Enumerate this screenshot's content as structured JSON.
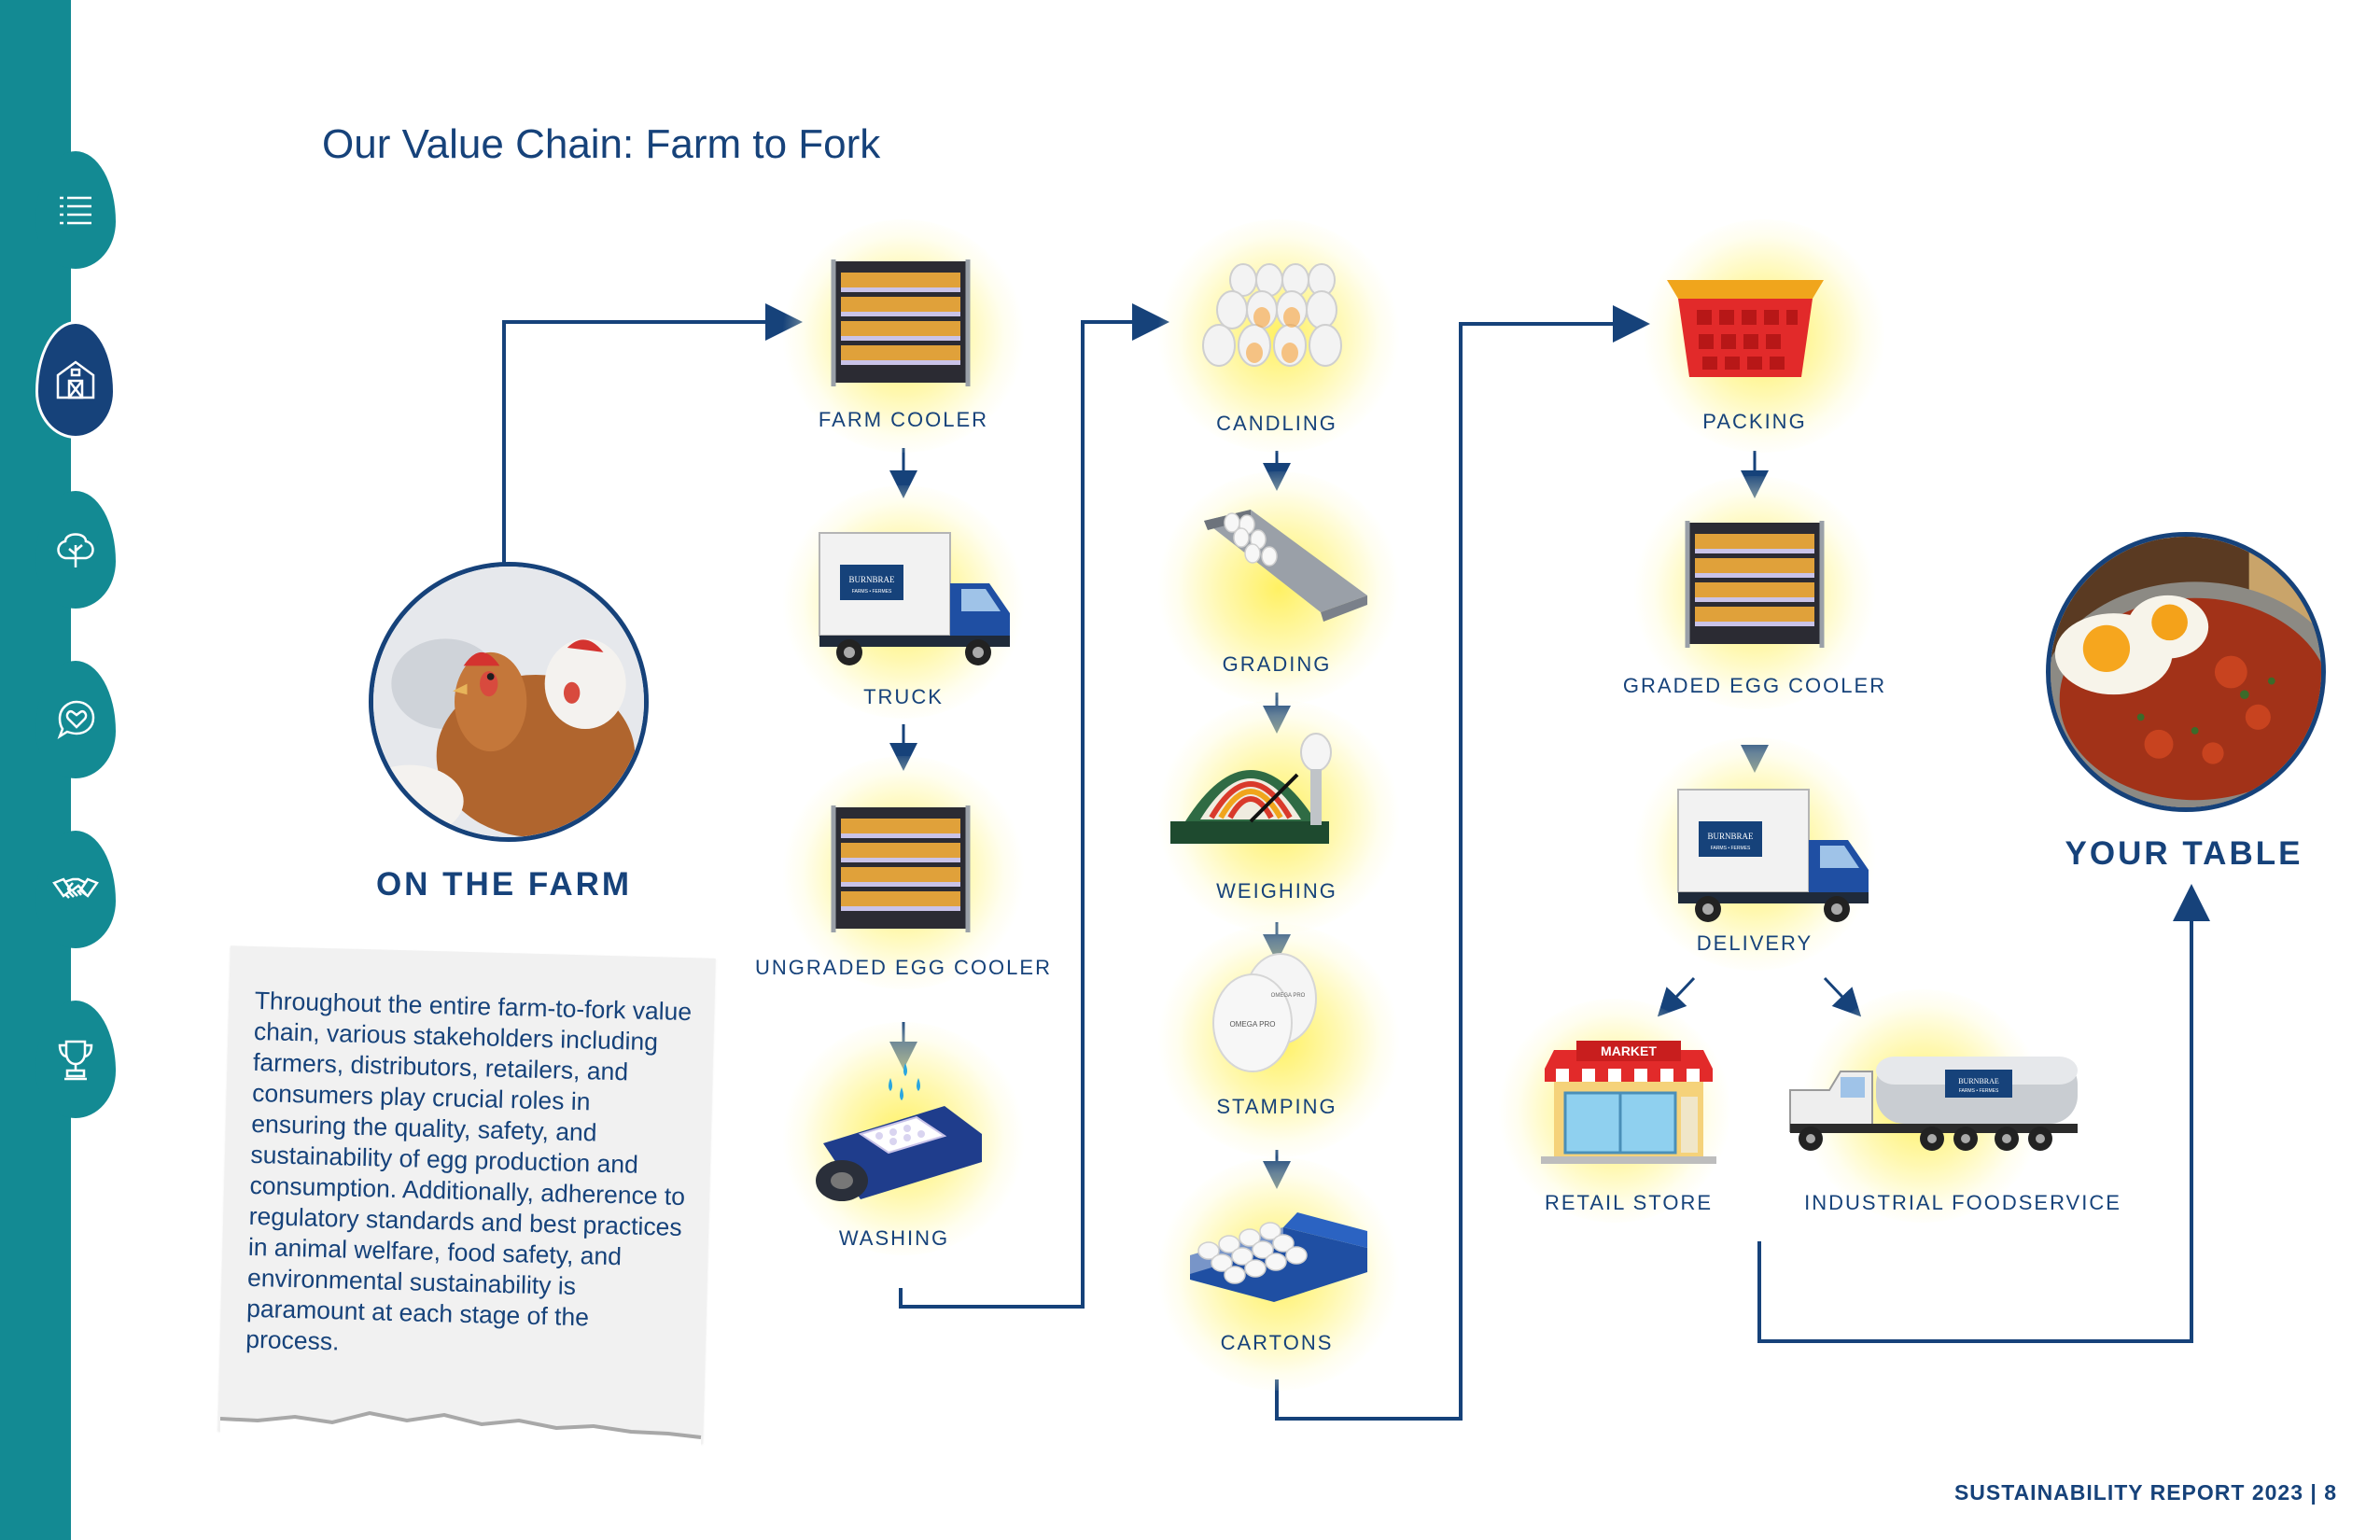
{
  "title": "Our Value Chain: Farm to Fork",
  "nav": {
    "items": [
      {
        "icon": "list-icon"
      },
      {
        "icon": "barn-icon",
        "active": true
      },
      {
        "icon": "tree-icon"
      },
      {
        "icon": "heart-chat-icon"
      },
      {
        "icon": "handshake-icon"
      },
      {
        "icon": "trophy-icon"
      }
    ]
  },
  "farm": {
    "label": "ON THE FARM",
    "image": "hens-photo"
  },
  "table": {
    "label": "YOUR TABLE",
    "image": "eggs-dish-photo"
  },
  "steps": {
    "farm_cooler": "FARM COOLER",
    "truck": "TRUCK",
    "ungraded_egg_cooler": "UNGRADED EGG COOLER",
    "washing": "WASHING",
    "candling": "CANDLING",
    "grading": "GRADING",
    "weighing": "WEIGHING",
    "stamping": "STAMPING",
    "cartons": "CARTONS",
    "packing": "PACKING",
    "graded_egg_cooler": "GRADED EGG COOLER",
    "delivery": "DELIVERY",
    "retail_store": "RETAIL STORE",
    "industrial_foodservice": "INDUSTRIAL FOODSERVICE"
  },
  "brand_on_trucks": "BURNBRAE",
  "brand_subtitle": "FARMS • FERMES",
  "market_sign": "MARKET",
  "stamp_text": "OMEGA PRO",
  "description": "Throughout the entire farm-to-fork value chain, various stakeholders including farmers, distributors, retailers, and consumers play crucial roles in ensuring the quality, safety, and sustainability of egg production and consumption. Additionally, adherence to regulatory standards and best practices in animal welfare, food safety, and environmental sustainability is paramount at each stage of the process.",
  "footer": "SUSTAINABILITY REPORT 2023 | 8",
  "colors": {
    "sidebar": "#138a93",
    "navy": "#16427a",
    "glow": "#fff15a"
  }
}
